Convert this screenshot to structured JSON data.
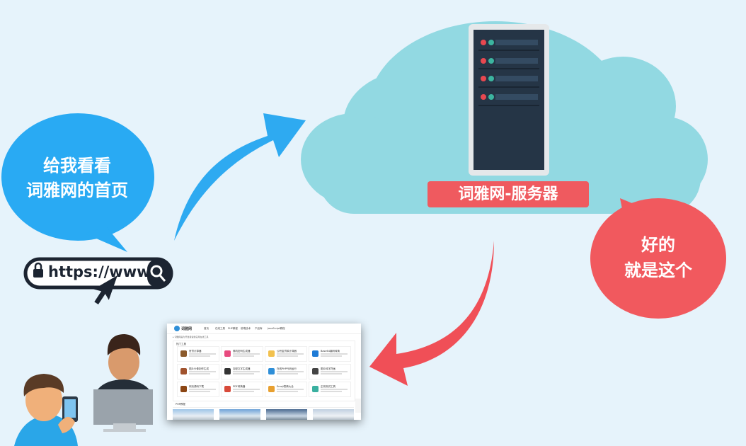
{
  "server": {
    "label": "词雅网-服务器",
    "accent": "#ef5a5f",
    "rack_color": "#253546"
  },
  "cloud": {
    "color": "#92d9e2"
  },
  "bubbles": {
    "user": {
      "lines": [
        "给我看看",
        "词雅网的首页"
      ],
      "color": "#29aaf3"
    },
    "server": {
      "lines": [
        "好的",
        "就是这个"
      ],
      "color": "#f1595e"
    }
  },
  "url_bar": {
    "text": "https://www",
    "icons": [
      "lock-icon",
      "search-icon",
      "cursor-icon"
    ]
  },
  "arrows": {
    "request_color": "#2eaaf1",
    "response_color": "#f04f57"
  },
  "website": {
    "logo": "词雅网",
    "nav": [
      "首页",
      "在线工具",
      "PHP教程",
      "前端技术",
      "产品库",
      "JavaScript教程"
    ],
    "breadcrumb": "▸ 词雅网是为开发者提供实用在线工具",
    "panel_title": "热门工具",
    "tools": [
      {
        "name": "房贷计算器",
        "color": "#8b5a2b"
      },
      {
        "name": "随机密码生成器",
        "color": "#e84a7f"
      },
      {
        "name": "公积金贷款计算器",
        "color": "#f2c14e"
      },
      {
        "name": "Base64编码转换",
        "color": "#1e7bd6"
      },
      {
        "name": "图片头像制作生成",
        "color": "#a0522d"
      },
      {
        "name": "加密文字生成器",
        "color": "#333333"
      },
      {
        "name": "在线PHP代码运行",
        "color": "#2f8fd8"
      },
      {
        "name": "图片转字符画",
        "color": "#444444"
      },
      {
        "name": "网页源码下载",
        "color": "#8b4513"
      },
      {
        "name": "PDF转换器",
        "color": "#d84a3a"
      },
      {
        "name": "Emoji表情大全",
        "color": "#e8a030"
      },
      {
        "name": "正则测试工具",
        "color": "#3ab0a0"
      }
    ],
    "section2": "PHP教程"
  }
}
